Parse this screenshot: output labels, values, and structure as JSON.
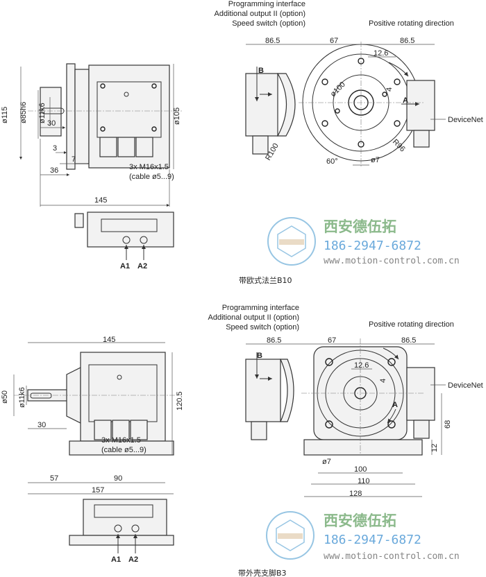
{
  "top": {
    "callout": [
      "Programming interface",
      "Additional output II (option)",
      "Speed switch (option)"
    ],
    "rotation": "Positive rotating direction",
    "dims_side": {
      "d115": "ø115",
      "d85": "ø85h6",
      "d11": "ø11k6",
      "l30": "30",
      "d105": "ø105",
      "l3": "3",
      "l7": "7",
      "l36": "36",
      "l145": "145"
    },
    "cable": [
      "3x M16x1.5",
      "(cable ø5...9)"
    ],
    "dims_front": {
      "a": "86.5",
      "b": "67",
      "c": "86.5",
      "d": "12.6",
      "e": "4",
      "d100": "ø100",
      "r96": "R96",
      "r100": "R100",
      "ang": "60°",
      "d7": "ø7"
    },
    "B": "B",
    "A": "A",
    "devicenet": "DeviceNet",
    "A1": "A1",
    "A2": "A2",
    "caption": "带欧式法兰B10"
  },
  "bottom": {
    "callout": [
      "Programming interface",
      "Additional output II (option)",
      "Speed switch (option)"
    ],
    "rotation": "Positive rotating direction",
    "dims_side": {
      "l145": "145",
      "d50": "ø50",
      "d11": "ø11k6",
      "h120": "120.5",
      "l30": "30",
      "l57": "57",
      "l90": "90",
      "l157": "157"
    },
    "cable": [
      "3x M16x1.5",
      "(cable ø5...9)"
    ],
    "dims_front": {
      "a": "86.5",
      "b": "67",
      "c": "86.5",
      "d": "12.6",
      "e": "4",
      "h68": "68",
      "h12": "12",
      "d7": "ø7",
      "w100": "100",
      "w110": "110",
      "w128": "128"
    },
    "B": "B",
    "A": "A",
    "devicenet": "DeviceNet",
    "A1": "A1",
    "A2": "A2",
    "caption": "带外壳支脚B3"
  },
  "watermark": {
    "company": "西安德伍拓",
    "phone": "186-2947-6872",
    "url": "www.motion-control.com.cn",
    "colors": {
      "company": "#7fb27f",
      "phone": "#5aa0d8",
      "url": "#777777"
    }
  }
}
